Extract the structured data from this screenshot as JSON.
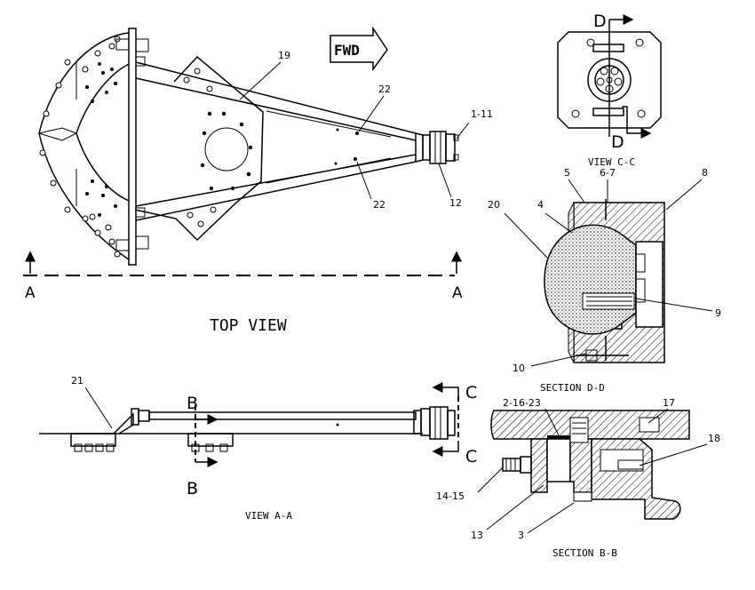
{
  "views": {
    "top_view": "TOP VIEW",
    "view_aa": "VIEW A-A",
    "view_cc": "VIEW C-C",
    "section_dd": "SECTION D-D",
    "section_bb": "SECTION B-B"
  },
  "direction_arrow": "FWD",
  "section_letters": {
    "a": "A",
    "b": "B",
    "c": "C",
    "d": "D"
  },
  "callouts": {
    "c19": "19",
    "c22a": "22",
    "c22b": "22",
    "c1_11": "1-11",
    "c12": "12",
    "c5": "5",
    "c6_7": "6-7",
    "c8": "8",
    "c20": "20",
    "c4": "4",
    "c9": "9",
    "c10": "10",
    "c21": "21",
    "c2_16_23": "2-16-23",
    "c17": "17",
    "c18": "18",
    "c14_15": "14-15",
    "c13": "13",
    "c3": "3"
  }
}
